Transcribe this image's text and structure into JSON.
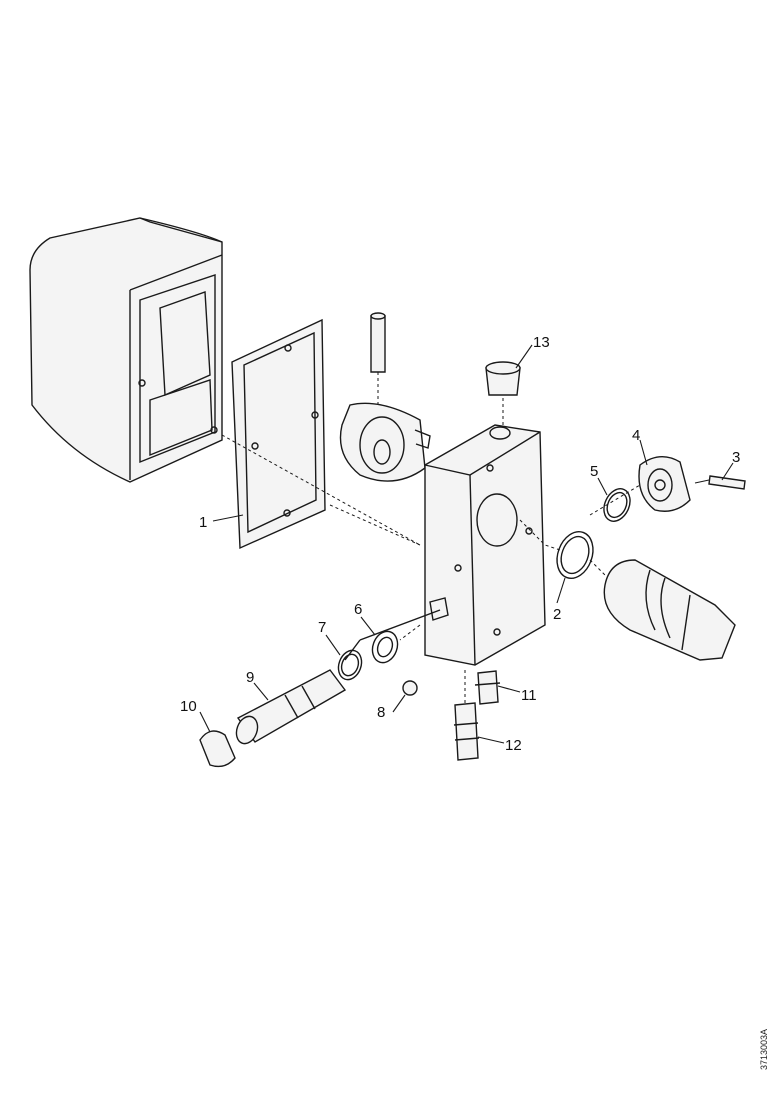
{
  "callouts": {
    "c1": "1",
    "c2": "2",
    "c3": "3",
    "c4": "4",
    "c5": "5",
    "c6": "6",
    "c7": "7",
    "c8": "8",
    "c9": "9",
    "c10": "10",
    "c11": "11",
    "c12": "12",
    "c13": "13"
  },
  "doc_id": "3713003A"
}
